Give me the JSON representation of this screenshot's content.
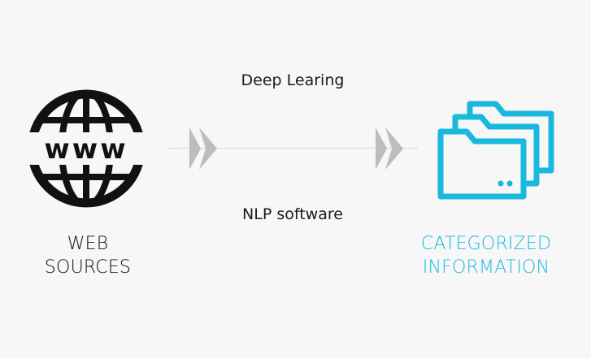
{
  "diagram": {
    "source": {
      "icon": "www-globe-icon",
      "label_line1": "WEB",
      "label_line2": "SOURCES"
    },
    "process": {
      "top_label": "Deep Learing",
      "bottom_label": "NLP software"
    },
    "target": {
      "icon": "folders-icon",
      "label_line1": "CATEGORIZED",
      "label_line2": "INFORMATION"
    },
    "colors": {
      "source": "#111111",
      "accent": "#19b9de",
      "arrow": "#bdbdbd",
      "background": "#f7f7f7"
    }
  }
}
